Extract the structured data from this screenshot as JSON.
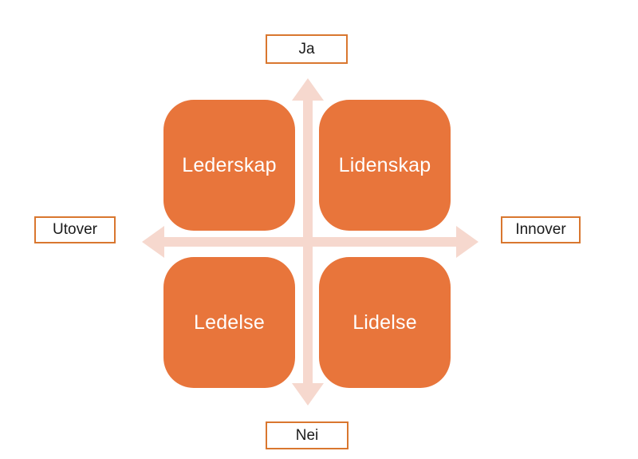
{
  "diagram": {
    "type": "2x2-quadrant-matrix",
    "quadrants": [
      {
        "position": "top-left",
        "label": "Lederskap"
      },
      {
        "position": "top-right",
        "label": "Lidenskap"
      },
      {
        "position": "bottom-left",
        "label": "Ledelse"
      },
      {
        "position": "bottom-right",
        "label": "Lidelse"
      }
    ],
    "axis_labels": {
      "top": "Ja",
      "bottom": "Nei",
      "left": "Utover",
      "right": "Innover"
    }
  },
  "colors": {
    "background": "#ffffff",
    "square_fill": "#e8753b",
    "square_text": "#ffffff",
    "arrow": "#f6d8ce",
    "label_border": "#d9772f",
    "label_text": "#1a1a1a"
  }
}
